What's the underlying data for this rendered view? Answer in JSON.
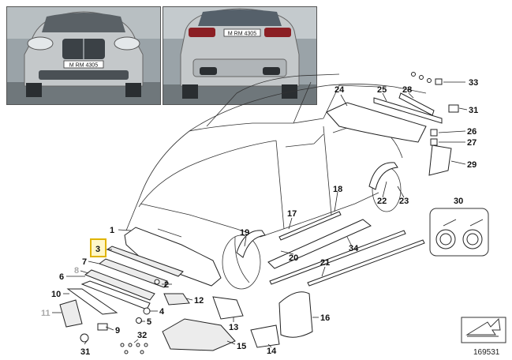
{
  "photos": {
    "front": {
      "plate": "M RM 4305"
    },
    "rear": {
      "plate": "M RM 4305"
    }
  },
  "callouts": {
    "p1": "1",
    "p2": "2",
    "p3": "3",
    "p4": "4",
    "p5": "5",
    "p6": "6",
    "p7": "7",
    "p8": "8",
    "p9": "9",
    "p10": "10",
    "p11": "11",
    "p12": "12",
    "p13": "13",
    "p14": "14",
    "p15": "15",
    "p16": "16",
    "p17": "17",
    "p18": "18",
    "p19": "19",
    "p20": "20",
    "p21": "21",
    "p22": "22",
    "p23": "23",
    "p24": "24",
    "p25": "25",
    "p26": "26",
    "p27": "27",
    "p28": "28",
    "p29": "29",
    "p30": "30",
    "p31a": "31",
    "p31b": "31",
    "p32": "32",
    "p33": "33",
    "p34": "34"
  },
  "highlighted_part": "3",
  "diagram_number": "169531",
  "colors": {
    "highlight_fill": "#fff7c8",
    "highlight_border": "#e0b400",
    "dim_label": "#a8a8a8"
  }
}
